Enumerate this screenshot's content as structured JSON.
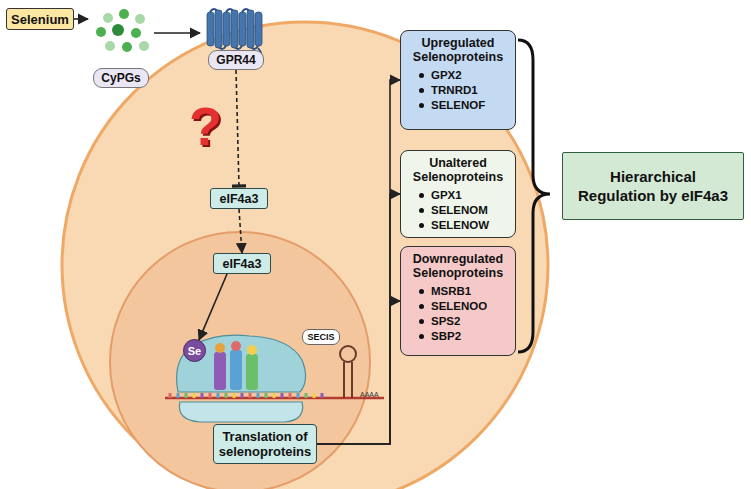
{
  "diagram": {
    "nodes": [
      {
        "text": [
          "Selenium"
        ]
      },
      {
        "text": [
          "CyPGs"
        ]
      },
      {
        "text": [
          "GPR44"
        ]
      },
      {
        "text": [
          "eIF4a3"
        ]
      },
      {
        "text": [
          "eIF4a3"
        ]
      },
      {
        "text": [
          "Upregulated Selenoproteins",
          "GPX2",
          "TRNRD1",
          "SELENOF"
        ]
      },
      {
        "text": [
          "Unaltered Selenoproteins",
          "GPX1",
          "SELENOM",
          "SELENOW"
        ]
      },
      {
        "text": [
          "Downregulated Selenoproteins",
          "MSRB1",
          "SELENOO",
          "SPS2",
          "SBP2"
        ]
      },
      {
        "text": [
          "Se"
        ]
      },
      {
        "text": [
          "SECIS"
        ]
      },
      {
        "text": [
          "Translation of selenoproteins"
        ]
      },
      {
        "text": [
          "Hierarchical Regulation by eIF4a3"
        ]
      }
    ],
    "edges": [
      {
        "from": 0,
        "to": 1,
        "arrow": "to"
      },
      {
        "from": 1,
        "to": 2,
        "arrow": "to"
      },
      {
        "from": 2,
        "to": 3,
        "arrow": "to"
      },
      {
        "from": 3,
        "to": 4,
        "arrow": "to"
      },
      {
        "from": 4,
        "to": 8,
        "arrow": "to"
      },
      {
        "from": 10,
        "to": 5,
        "arrow": "to"
      },
      {
        "from": 10,
        "to": 6,
        "arrow": "to"
      },
      {
        "from": 10,
        "to": 7,
        "arrow": "to"
      }
    ],
    "labels": [
      "?",
      "AAAA"
    ]
  }
}
